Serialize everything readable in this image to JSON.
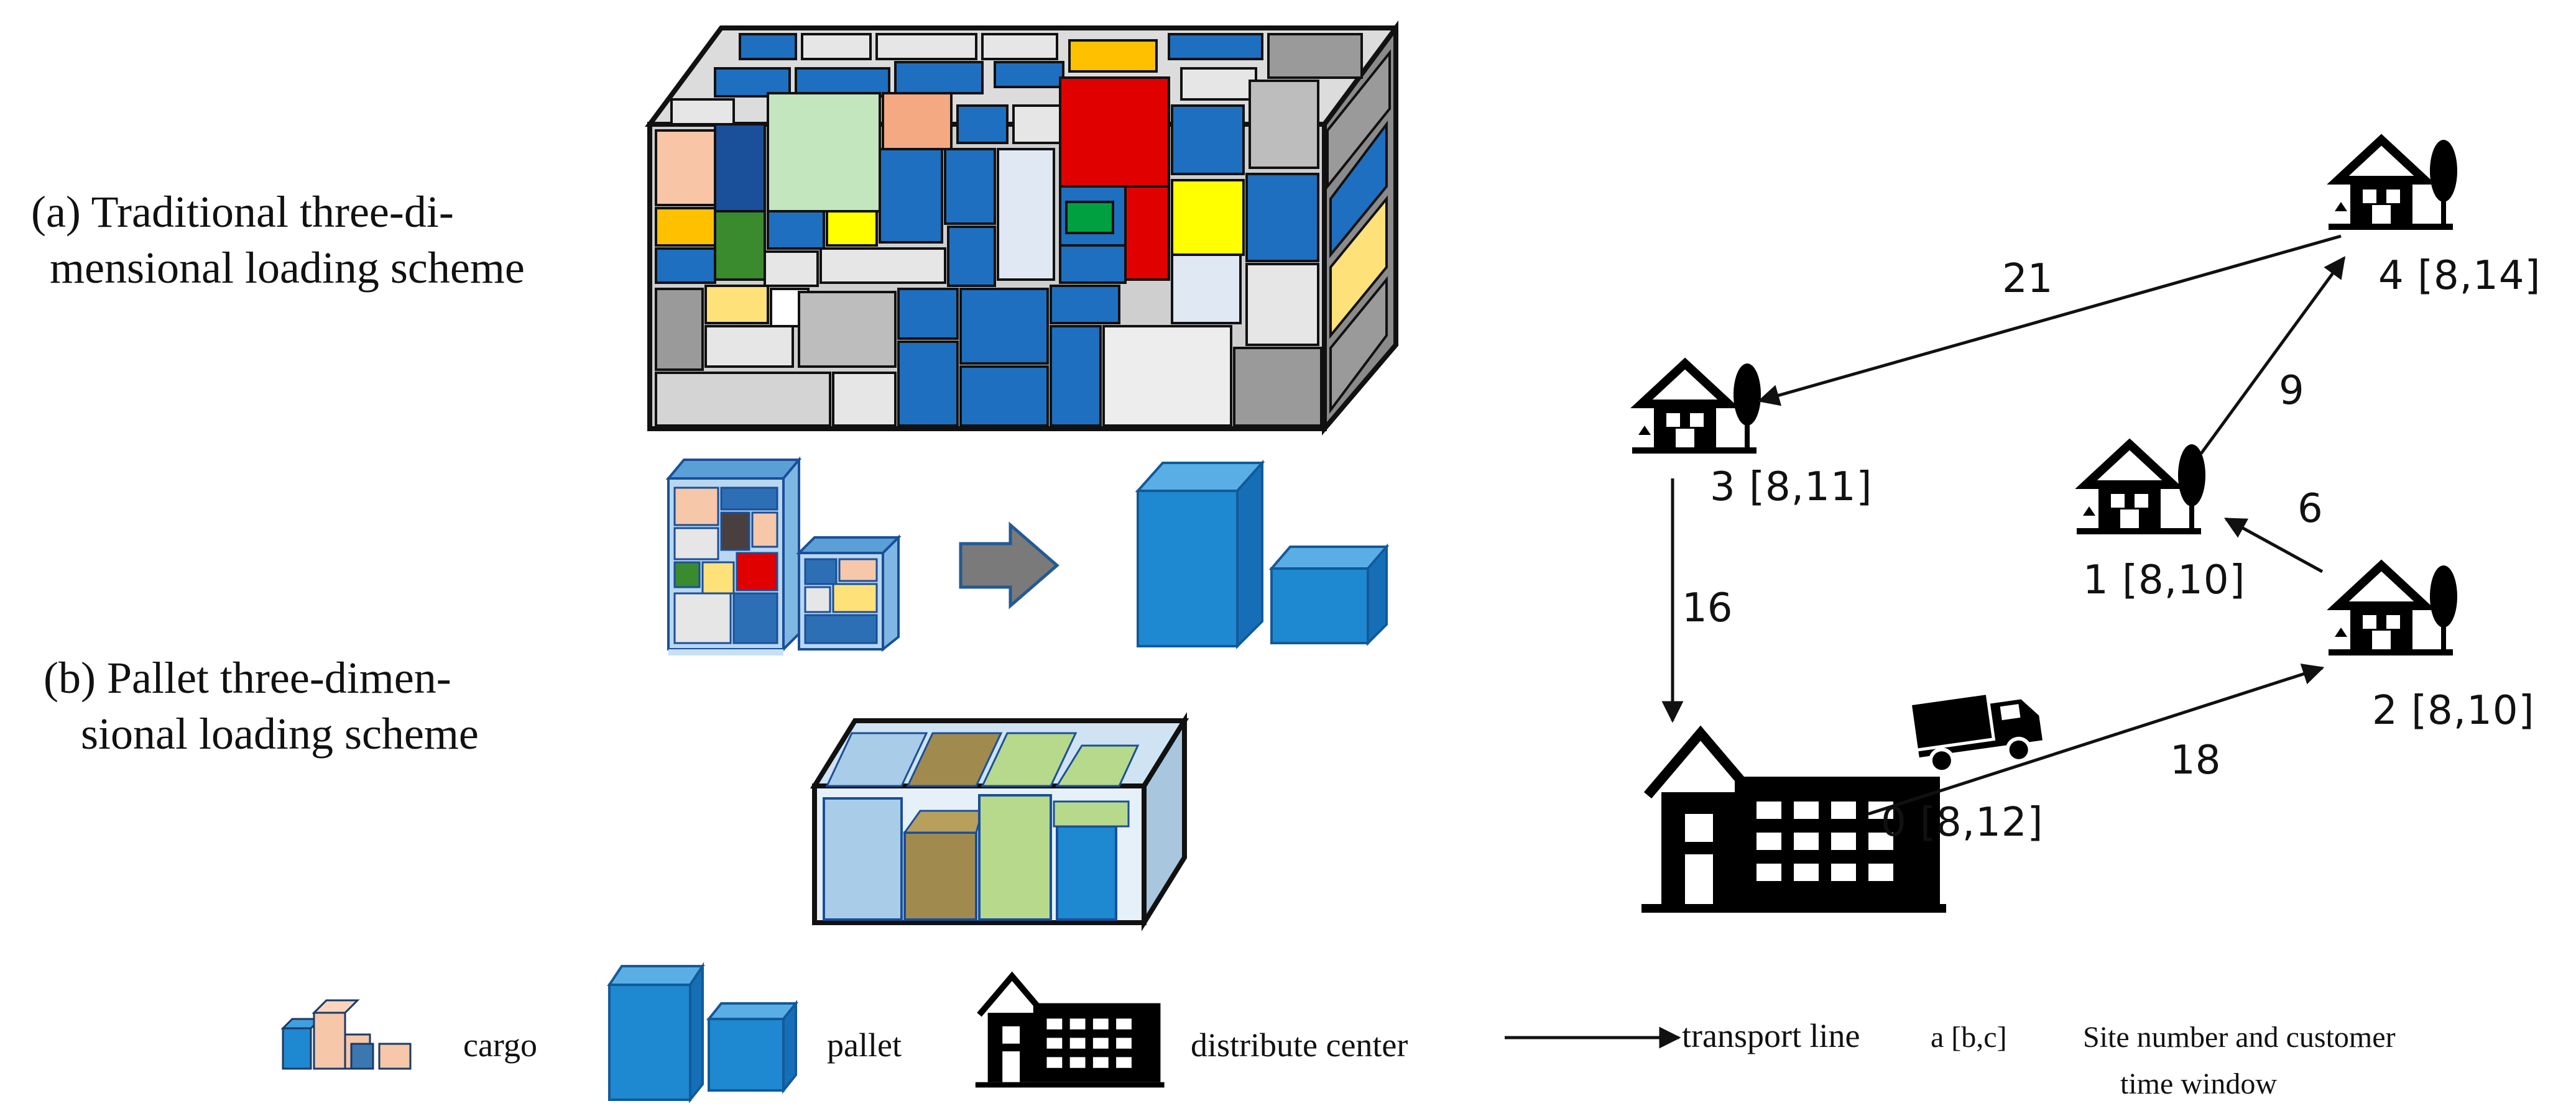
{
  "captions": {
    "a_line1": "(a) Traditional three-di-",
    "a_line2": "mensional loading scheme",
    "b_line1": "(b) Pallet three-dimen-",
    "b_line2": "sional loading scheme"
  },
  "network": {
    "nodes": {
      "n0": "0 [8,12]",
      "n1": "1 [8,10]",
      "n2": "2 [8,10]",
      "n3": "3 [8,11]",
      "n4": "4 [8,14]"
    },
    "edges": {
      "e0_2": "18",
      "e2_1": "6",
      "e1_4": "9",
      "e4_3": "21",
      "e3_0": "16"
    }
  },
  "legend": {
    "cargo": "cargo",
    "pallet": "pallet",
    "center": "distribute center",
    "line": "transport line",
    "site_symbol": "a [b,c]",
    "site_text_1": "Site number and customer",
    "site_text_2": "time window"
  },
  "colors": {
    "pallet_blue": "#1e88d0",
    "arrow_gray": "#7a7a7a",
    "red": "#e00000",
    "yellow": "#ffff00",
    "green": "#3a8a2e"
  }
}
